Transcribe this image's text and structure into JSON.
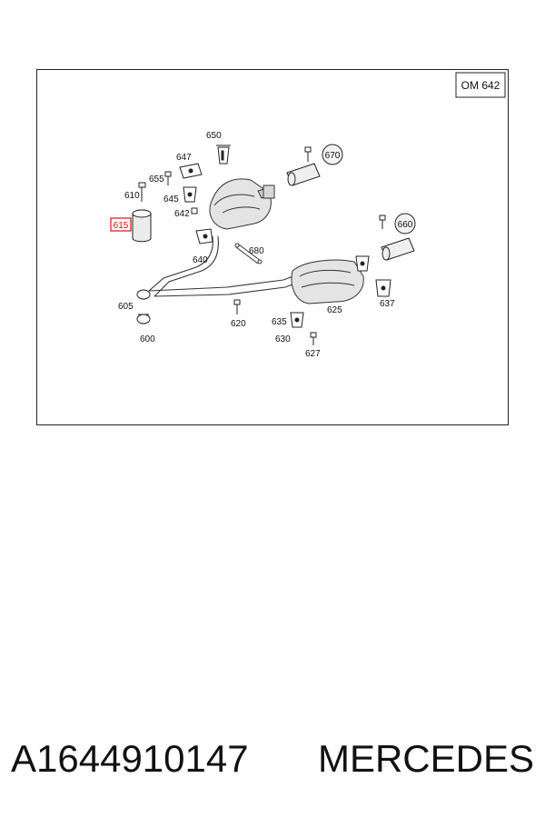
{
  "diagram": {
    "model_label": "OM 642",
    "highlighted_part": "615",
    "part_labels": {
      "p650": "650",
      "p647": "647",
      "p655": "655",
      "p645": "645",
      "p610": "610",
      "p642": "642",
      "p640": "640",
      "p680": "680",
      "p605": "605",
      "p600": "600",
      "p620": "620",
      "p635": "635",
      "p630": "630",
      "p627": "627",
      "p625": "625",
      "p637": "637"
    },
    "reference_labels": {
      "r670": "670",
      "r660": "660"
    }
  },
  "caption": {
    "part_number": "A1644910147",
    "brand": "MERCEDES"
  }
}
